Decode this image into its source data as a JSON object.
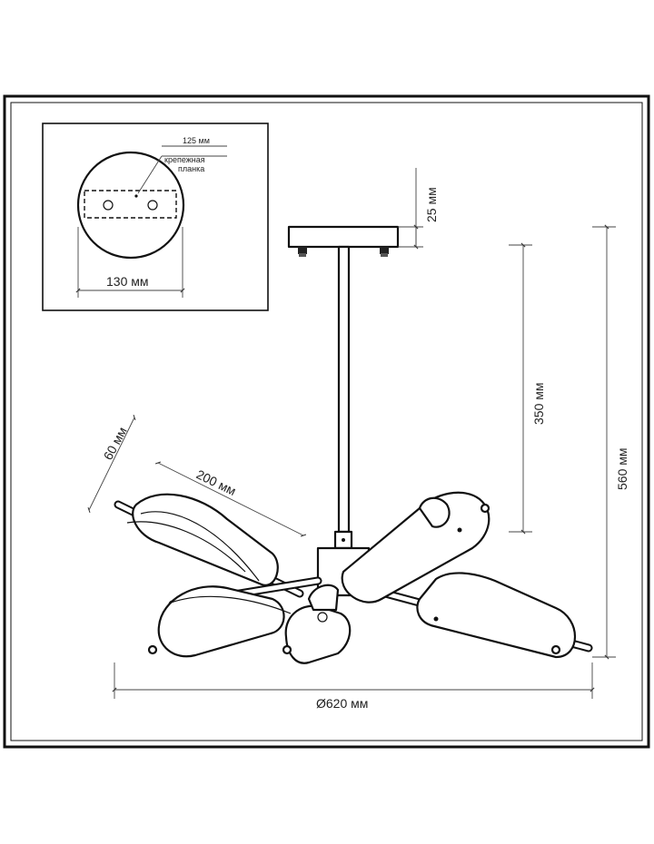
{
  "mount_detail": {
    "hole_spacing": "125 мм",
    "plate_label_line1": "крепежная",
    "plate_label_line2": "планка",
    "plate_width": "130 мм"
  },
  "dimensions": {
    "canopy_height": "25 мм",
    "rod_length": "350 мм",
    "total_height": "560 мм",
    "shade_diameter": "60 мм",
    "shade_length": "200 мм",
    "diameter": "Ø620 мм"
  }
}
